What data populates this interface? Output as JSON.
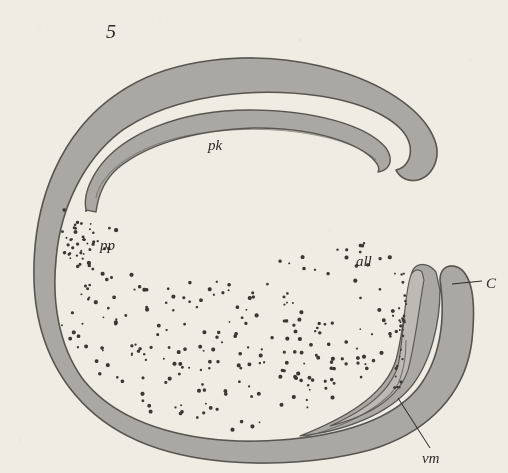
{
  "figure": {
    "number": "5",
    "labels": {
      "pk": "pk",
      "pp": "pp",
      "all": "all",
      "c": "C",
      "vm": "vm"
    }
  },
  "colors": {
    "paper": "#eeece3",
    "tissue_fill": "#a9a8a2",
    "tissue_edge": "#57554f",
    "dots": "#3a3833",
    "ink": "#2c2a26"
  }
}
